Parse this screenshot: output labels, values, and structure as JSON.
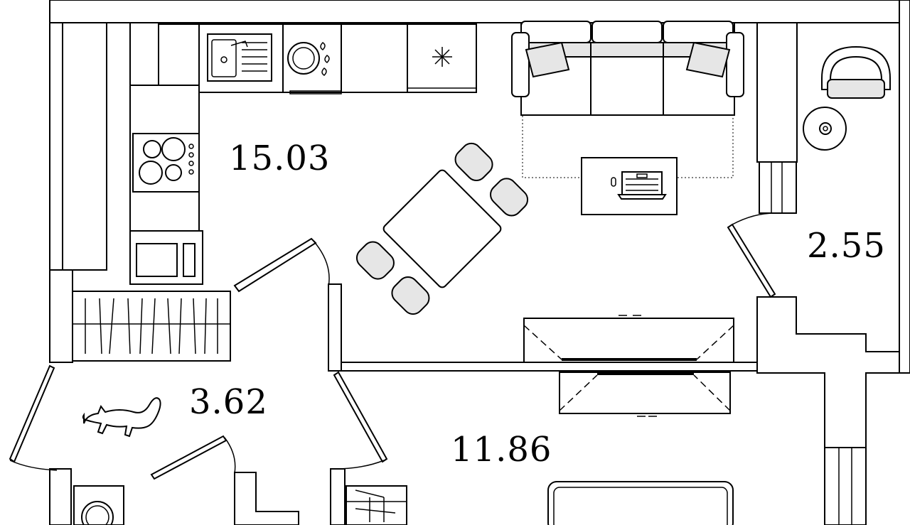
{
  "rooms": [
    {
      "id": "kitchen-living",
      "area": "15.03"
    },
    {
      "id": "bathroom",
      "area": "2.55"
    },
    {
      "id": "hallway",
      "area": "3.62"
    },
    {
      "id": "bedroom",
      "area": "11.86"
    }
  ],
  "icons": [
    "sink-icon",
    "dishwasher-icon",
    "fridge-icon",
    "stove-icon",
    "microwave-icon",
    "sofa-icon",
    "armchair-icon",
    "laptop-icon",
    "dining-table-icon",
    "tv-icon",
    "cat-icon",
    "washing-machine-icon",
    "bed-icon",
    "wardrobe-icon"
  ],
  "colors": {
    "wall": "#000000",
    "furniture_fill": "#e6e6e6",
    "background": "#ffffff"
  }
}
